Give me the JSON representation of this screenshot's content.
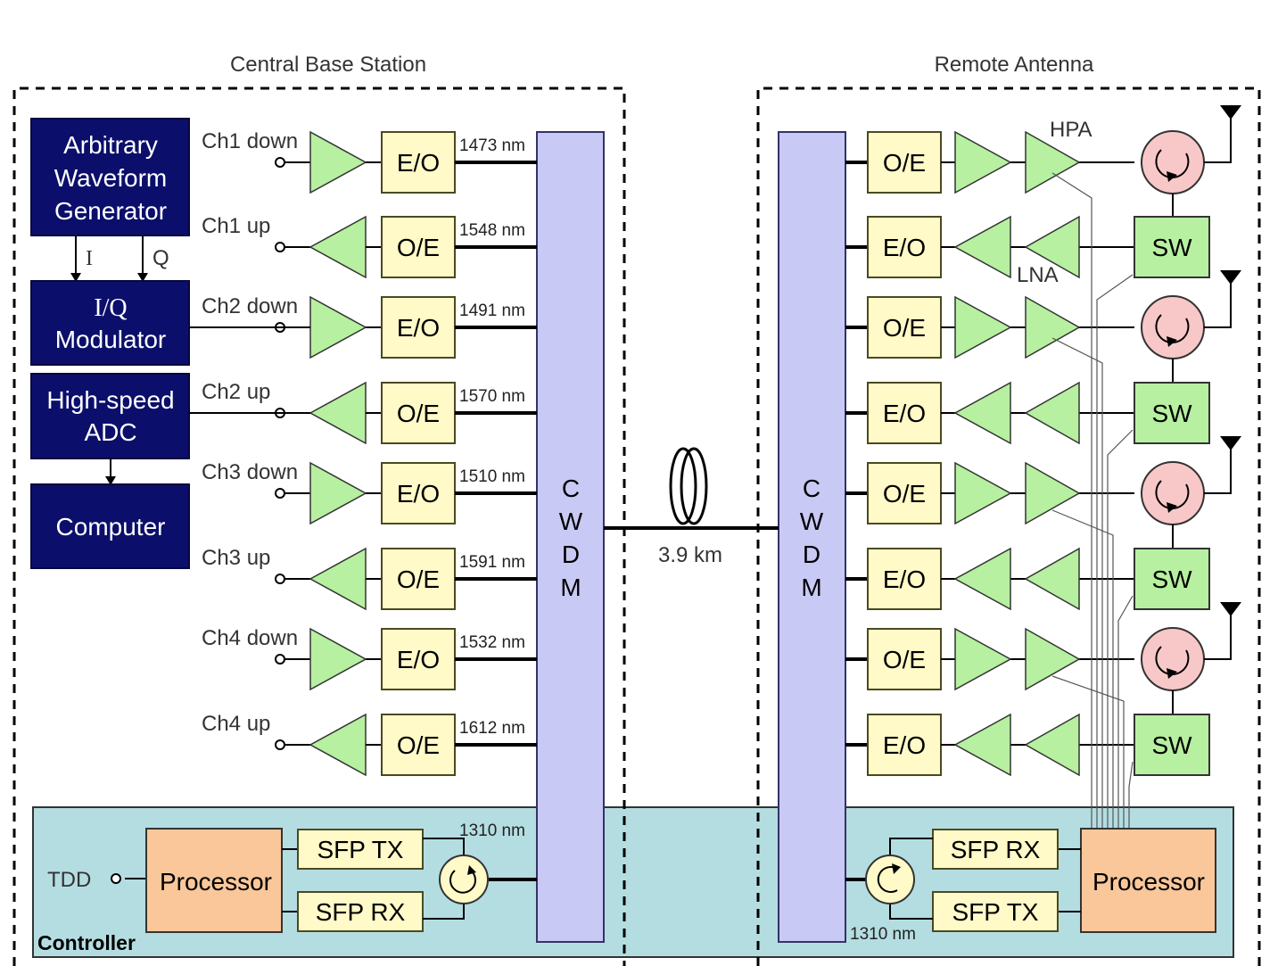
{
  "regions": {
    "central": "Central Base Station",
    "remote": "Remote Antenna",
    "controller": "Controller"
  },
  "blocks": {
    "awg": [
      "Arbitrary",
      "Waveform",
      "Generator"
    ],
    "iq": [
      "I/Q",
      "Modulator"
    ],
    "adc": [
      "High-speed",
      "ADC"
    ],
    "computer": "Computer",
    "i_label": "I",
    "q_label": "Q"
  },
  "channels": [
    {
      "label": "Ch1 down",
      "conv": "E/O",
      "wavelength": "1473 nm"
    },
    {
      "label": "Ch1 up",
      "conv": "O/E",
      "wavelength": "1548 nm"
    },
    {
      "label": "Ch2 down",
      "conv": "E/O",
      "wavelength": "1491 nm"
    },
    {
      "label": "Ch2 up",
      "conv": "O/E",
      "wavelength": "1570 nm"
    },
    {
      "label": "Ch3 down",
      "conv": "E/O",
      "wavelength": "1510 nm"
    },
    {
      "label": "Ch3 up",
      "conv": "O/E",
      "wavelength": "1591 nm"
    },
    {
      "label": "Ch4 down",
      "conv": "E/O",
      "wavelength": "1532 nm"
    },
    {
      "label": "Ch4 up",
      "conv": "O/E",
      "wavelength": "1612 nm"
    }
  ],
  "remote_convs": [
    "O/E",
    "E/O",
    "O/E",
    "E/O",
    "O/E",
    "E/O",
    "O/E",
    "E/O"
  ],
  "cwdm": [
    "C",
    "W",
    "D",
    "M"
  ],
  "fiber": "3.9 km",
  "amp_labels": {
    "hpa": "HPA",
    "lna": "LNA"
  },
  "sw": "SW",
  "controller": {
    "tdd": "TDD",
    "processor": "Processor",
    "sfp_tx": "SFP TX",
    "sfp_rx": "SFP RX",
    "ctrl_wavelength": "1310 nm"
  }
}
